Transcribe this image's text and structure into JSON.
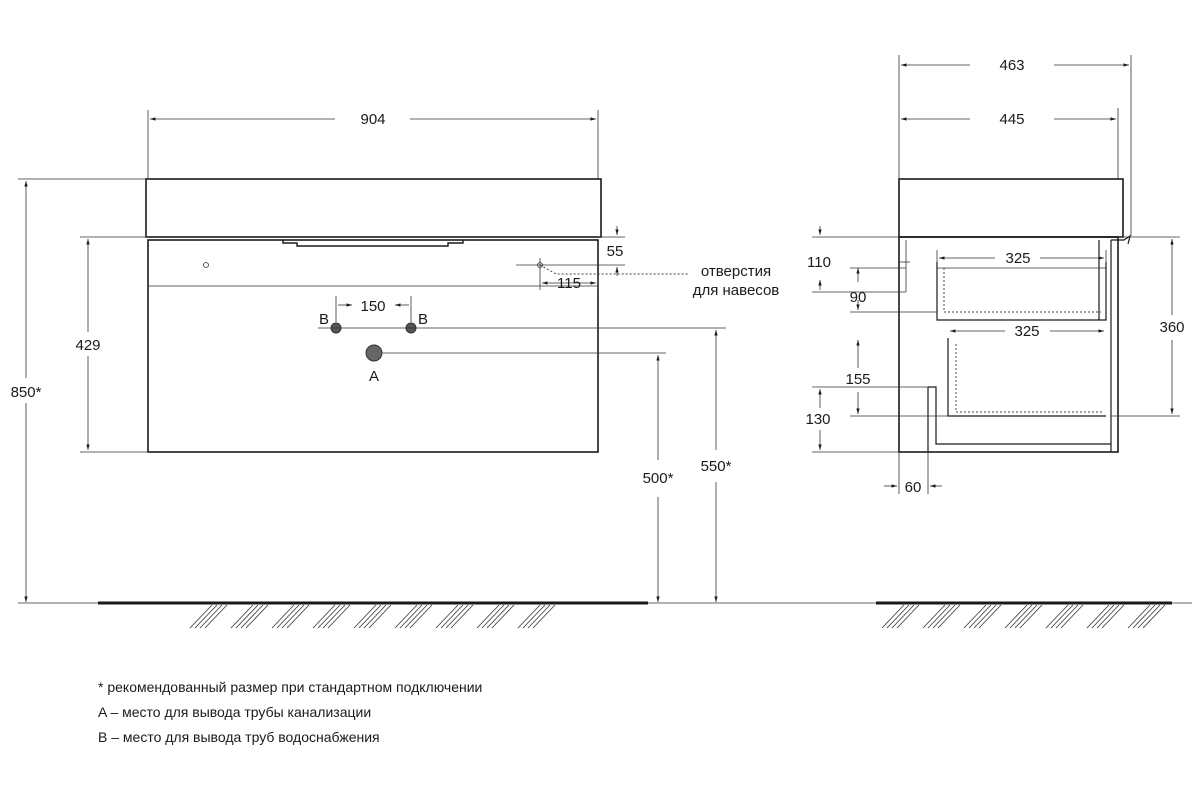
{
  "front_view": {
    "width": "904",
    "height_total": "850*",
    "body_height": "429",
    "hole_top": "55",
    "hole_side": "115",
    "pipe_spacing": "150",
    "label_b_left": "B",
    "label_b_right": "B",
    "label_a": "A",
    "drain_height": "500*",
    "supply_height": "550*"
  },
  "callout": {
    "line1": "отверстия",
    "line2": "для навесов"
  },
  "side_view": {
    "depth_total": "463",
    "depth_body": "445",
    "drawer_top_depth": "325",
    "drawer_bottom_depth": "325",
    "dim_110": "110",
    "dim_90": "90",
    "dim_360": "360",
    "dim_155": "155",
    "dim_130": "130",
    "dim_60": "60"
  },
  "notes": [
    "* рекомендованный размер при стандартном подключении",
    "A – место для вывода трубы канализации",
    "B – место для вывода труб водоснабжения"
  ]
}
